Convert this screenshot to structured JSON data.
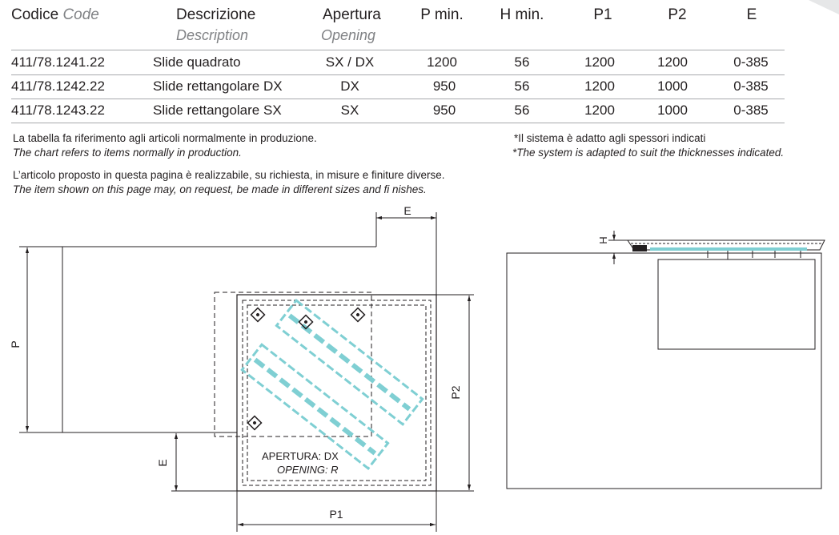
{
  "table": {
    "headers": {
      "code": "Codice",
      "code_en": "Code",
      "description": "Descrizione",
      "description_en": "Description",
      "opening": "Apertura",
      "opening_en": "Opening",
      "pmin": "P min.",
      "hmin": "H min.",
      "p1": "P1",
      "p2": "P2",
      "e": "E"
    },
    "rows": [
      {
        "code": "411/78.1241.22",
        "description": "Slide quadrato",
        "opening": "SX / DX",
        "pmin": "1200",
        "hmin": "56",
        "p1": "1200",
        "p2": "1200",
        "e": "0-385"
      },
      {
        "code": "411/78.1242.22",
        "description": "Slide rettangolare DX",
        "opening": "DX",
        "pmin": "950",
        "hmin": "56",
        "p1": "1200",
        "p2": "1000",
        "e": "0-385"
      },
      {
        "code": "411/78.1243.22",
        "description": "Slide rettangolare SX",
        "opening": "SX",
        "pmin": "950",
        "hmin": "56",
        "p1": "1200",
        "p2": "1000",
        "e": "0-385"
      }
    ]
  },
  "notes": {
    "note1_it": "La tabella fa riferimento agli articoli normalmente in produzione.",
    "note1_en": "The chart refers to items normally in production.",
    "note2_it": "L’articolo proposto in questa pagina è realizzabile, su richiesta, in misure e finiture diverse.",
    "note2_en": "The item shown on this page may, on request, be made in different sizes and fi nishes.",
    "note3_it": "*Il sistema è adatto agli spessori indicati",
    "note3_en": "*The system is adapted to suit the thicknesses indicated."
  },
  "drawing": {
    "label_e_top": "E",
    "label_p": "P",
    "label_e_side": "E",
    "label_p1": "P1",
    "label_p2": "P2",
    "label_h": "H",
    "opening_it": "APERTURA: DX",
    "opening_en": "OPENING: R",
    "accent_color": "#7fcfd3",
    "line_color": "#231f20"
  }
}
